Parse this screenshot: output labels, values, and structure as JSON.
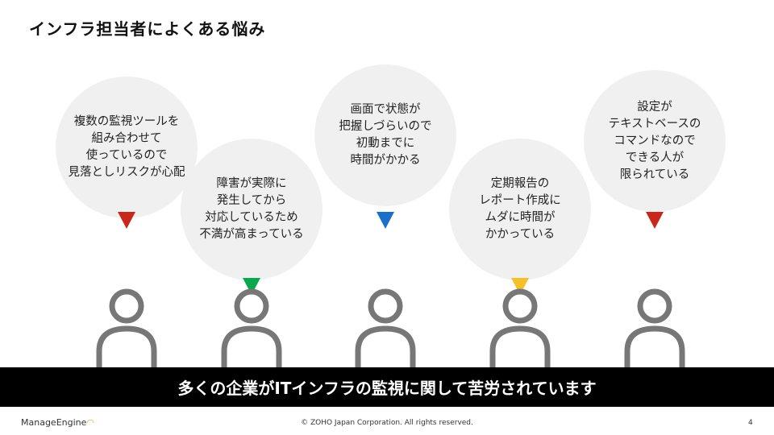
{
  "title": "インフラ担当者によくある悩み",
  "bubbles": [
    {
      "text": "複数の監視ツールを\n組み合わせて\n使っているので\n見落としリスクが心配",
      "color": "#c8281c"
    },
    {
      "text": "障害が実際に\n発生してから\n対応しているため\n不満が高まっている",
      "color": "#0aa84f"
    },
    {
      "text": "画面で状態が\n把握しづらいので\n初動までに\n時間がかかる",
      "color": "#1a6fc8"
    },
    {
      "text": "定期報告の\nレポート作成に\nムダに時間が\nかかっている",
      "color": "#f5c028"
    },
    {
      "text": "設定が\nテキストベースの\nコマンドなので\nできる人が\n限られている",
      "color": "#c8281c"
    }
  ],
  "banner": "多くの企業がITインフラの監視に関して苦労されています",
  "footer": {
    "logo": "ManageEngine",
    "copyright": "© ZOHO Japan Corporation. All rights reserved.",
    "page": "4"
  }
}
